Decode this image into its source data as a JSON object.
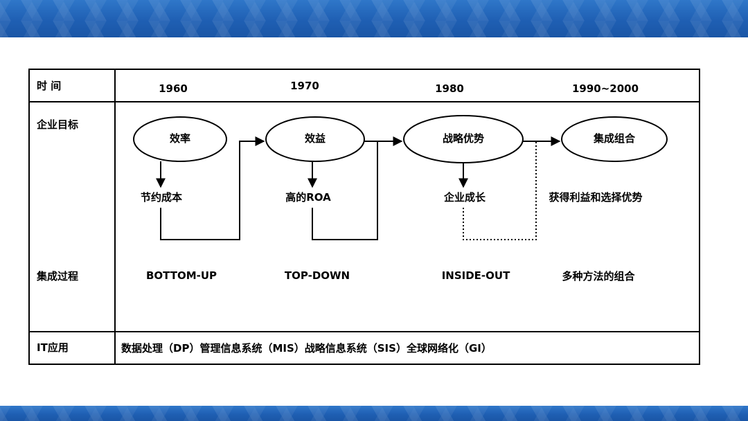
{
  "table": {
    "rows": {
      "time": "时 间",
      "goal": "企业目标",
      "process": "集成过程",
      "it": "IT应用"
    },
    "years": [
      "1960",
      "1970",
      "1980",
      "1990~2000"
    ],
    "it_text": "数据处理（DP）管理信息系统（MIS）战略信息系统（SIS）全球网络化（GI）"
  },
  "diagram": {
    "goals": [
      "效率",
      "效益",
      "战略优势",
      "集成组合"
    ],
    "outcomes": [
      "节约成本",
      "高的ROA",
      "企业成长",
      "获得利益和选择优势"
    ],
    "processes": [
      "BOTTOM-UP",
      "TOP-DOWN",
      "INSIDE-OUT",
      "多种方法的组合"
    ]
  }
}
